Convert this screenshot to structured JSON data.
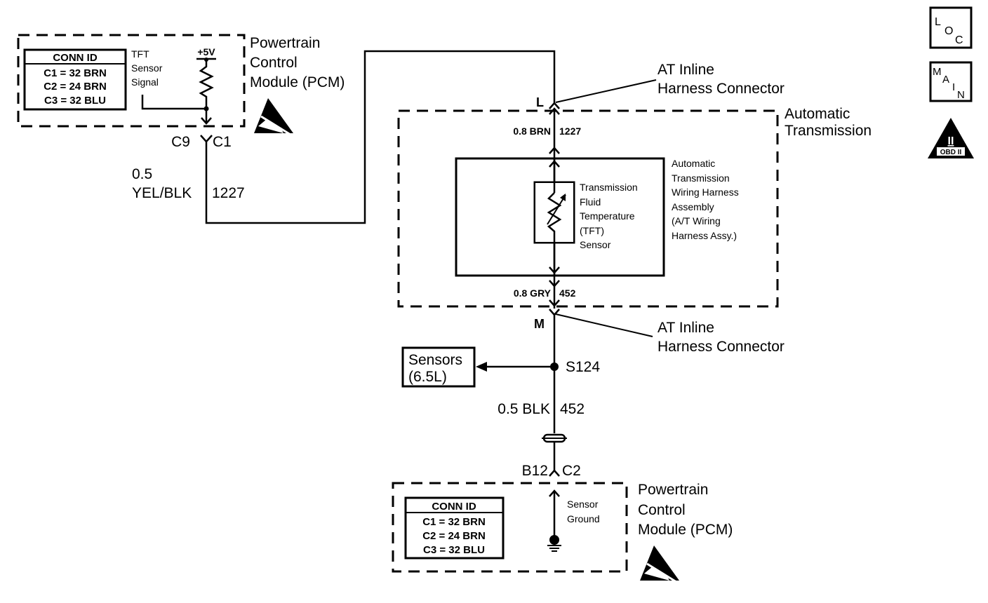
{
  "diagram": {
    "type": "wiring-schematic",
    "top_pcm": {
      "title_lines": [
        "Powertrain",
        "Control",
        "Module (PCM)"
      ],
      "conn_table": {
        "header": "CONN ID",
        "rows": [
          "C1 = 32 BRN",
          "C2 = 24 BRN",
          "C3 = 32 BLU"
        ]
      },
      "signal_label_lines": [
        "TFT",
        "Sensor",
        "Signal"
      ],
      "supply_label": "+5V",
      "pins": {
        "left": "C9",
        "right": "C1"
      }
    },
    "wire_1227_pcm": {
      "gauge_color_lines": [
        "0.5",
        "YEL/BLK"
      ],
      "circuit": "1227"
    },
    "connector_L": {
      "letter": "L",
      "label_lines": [
        "AT Inline",
        "Harness Connector"
      ]
    },
    "transmission": {
      "title_lines": [
        "Automatic",
        "Transmission"
      ],
      "wire_top": {
        "gauge_color": "0.8 BRN",
        "circuit": "1227"
      },
      "wire_bottom": {
        "gauge_color": "0.8 GRY",
        "circuit": "452"
      },
      "harness_label_lines": [
        "Automatic",
        "Transmission",
        "Wiring Harness",
        "Assembly",
        "(A/T Wiring",
        "Harness Assy.)"
      ],
      "sensor_label_lines": [
        "Transmission",
        "Fluid",
        "Temperature",
        "(TFT)",
        "Sensor"
      ]
    },
    "connector_M": {
      "letter": "M",
      "label_lines": [
        "AT Inline",
        "Harness Connector"
      ]
    },
    "splice": {
      "id": "S124",
      "branch_label_lines": [
        "Sensors",
        "(6.5L)"
      ]
    },
    "wire_452": {
      "gauge_color": "0.5 BLK",
      "circuit": "452"
    },
    "bottom_pcm": {
      "title_lines": [
        "Powertrain",
        "Control",
        "Module (PCM)"
      ],
      "pins": {
        "left": "B12",
        "right": "C2"
      },
      "conn_table": {
        "header": "CONN ID",
        "rows": [
          "C1 = 32 BRN",
          "C2 = 24 BRN",
          "C3 = 32 BLU"
        ]
      },
      "ground_label_lines": [
        "Sensor",
        "Ground"
      ]
    },
    "legend_icons": {
      "loc": [
        "L",
        "O",
        "C"
      ],
      "main": [
        "M",
        "A",
        "I",
        "N"
      ],
      "obd": {
        "symbol": "II",
        "label": "OBD II"
      }
    }
  }
}
